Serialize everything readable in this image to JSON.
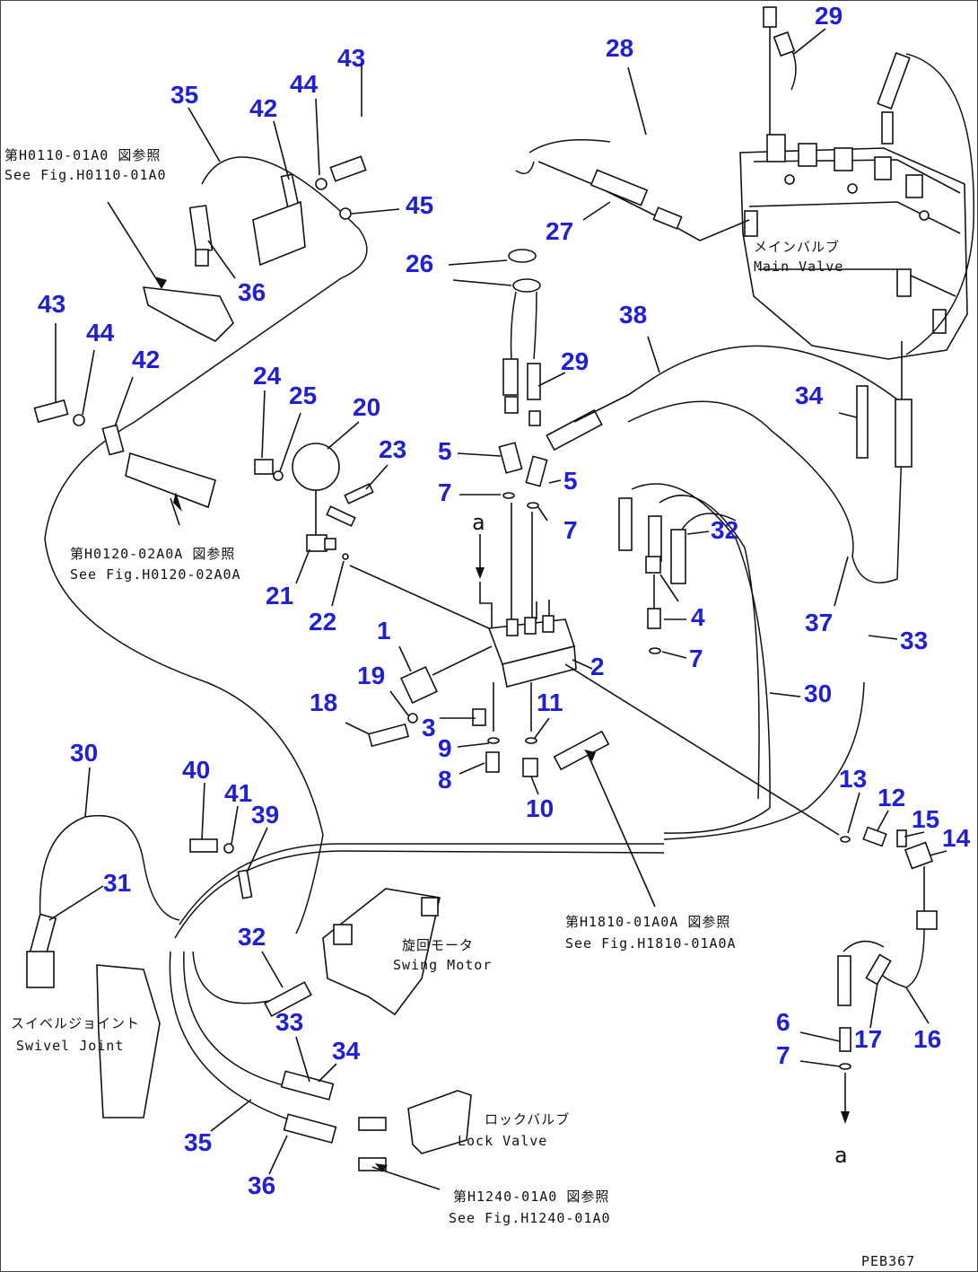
{
  "diagram": {
    "drawing_code": "PEB367",
    "callouts": {
      "c1": "1",
      "c2": "2",
      "c3": "3",
      "c4": "4",
      "c5a": "5",
      "c5b": "5",
      "c6": "6",
      "c7a": "7",
      "c7b": "7",
      "c7c": "7",
      "c7d": "7",
      "c8": "8",
      "c9": "9",
      "c10": "10",
      "c11": "11",
      "c12": "12",
      "c13": "13",
      "c14": "14",
      "c15": "15",
      "c16": "16",
      "c17": "17",
      "c18": "18",
      "c19": "19",
      "c20": "20",
      "c21": "21",
      "c22": "22",
      "c23": "23",
      "c24": "24",
      "c25": "25",
      "c26": "26",
      "c27": "27",
      "c28": "28",
      "c29a": "29",
      "c29b": "29",
      "c30a": "30",
      "c30b": "30",
      "c31": "31",
      "c32a": "32",
      "c32b": "32",
      "c33a": "33",
      "c33b": "33",
      "c34a": "34",
      "c34b": "34",
      "c35a": "35",
      "c35b": "35",
      "c36a": "36",
      "c36b": "36",
      "c37": "37",
      "c38": "38",
      "c39": "39",
      "c40": "40",
      "c41": "41",
      "c42a": "42",
      "c42b": "42",
      "c43a": "43",
      "c43b": "43",
      "c44a": "44",
      "c44b": "44",
      "c45": "45"
    },
    "markers": {
      "a_top": "a",
      "a_bottom": "a"
    },
    "notes": {
      "ref_h0110_jp": "第H0110-01A0 図参照",
      "ref_h0110_en": "See Fig.H0110-01A0",
      "ref_h0120_jp": "第H0120-02A0A 図参照",
      "ref_h0120_en": "See Fig.H0120-02A0A",
      "main_valve_jp": "メインバルブ",
      "main_valve_en": "Main Valve",
      "ref_h1810_jp": "第H1810-01A0A 図参照",
      "ref_h1810_en": "See Fig.H1810-01A0A",
      "swing_motor_jp": "旋回モータ",
      "swing_motor_en": "Swing Motor",
      "swivel_joint_jp": "スイベルジョイント",
      "swivel_joint_en": "Swivel Joint",
      "lock_valve_jp": "ロックバルブ",
      "lock_valve_en": "Lock Valve",
      "ref_h1240_jp": "第H1240-01A0 図参照",
      "ref_h1240_en": "See Fig.H1240-01A0"
    }
  }
}
